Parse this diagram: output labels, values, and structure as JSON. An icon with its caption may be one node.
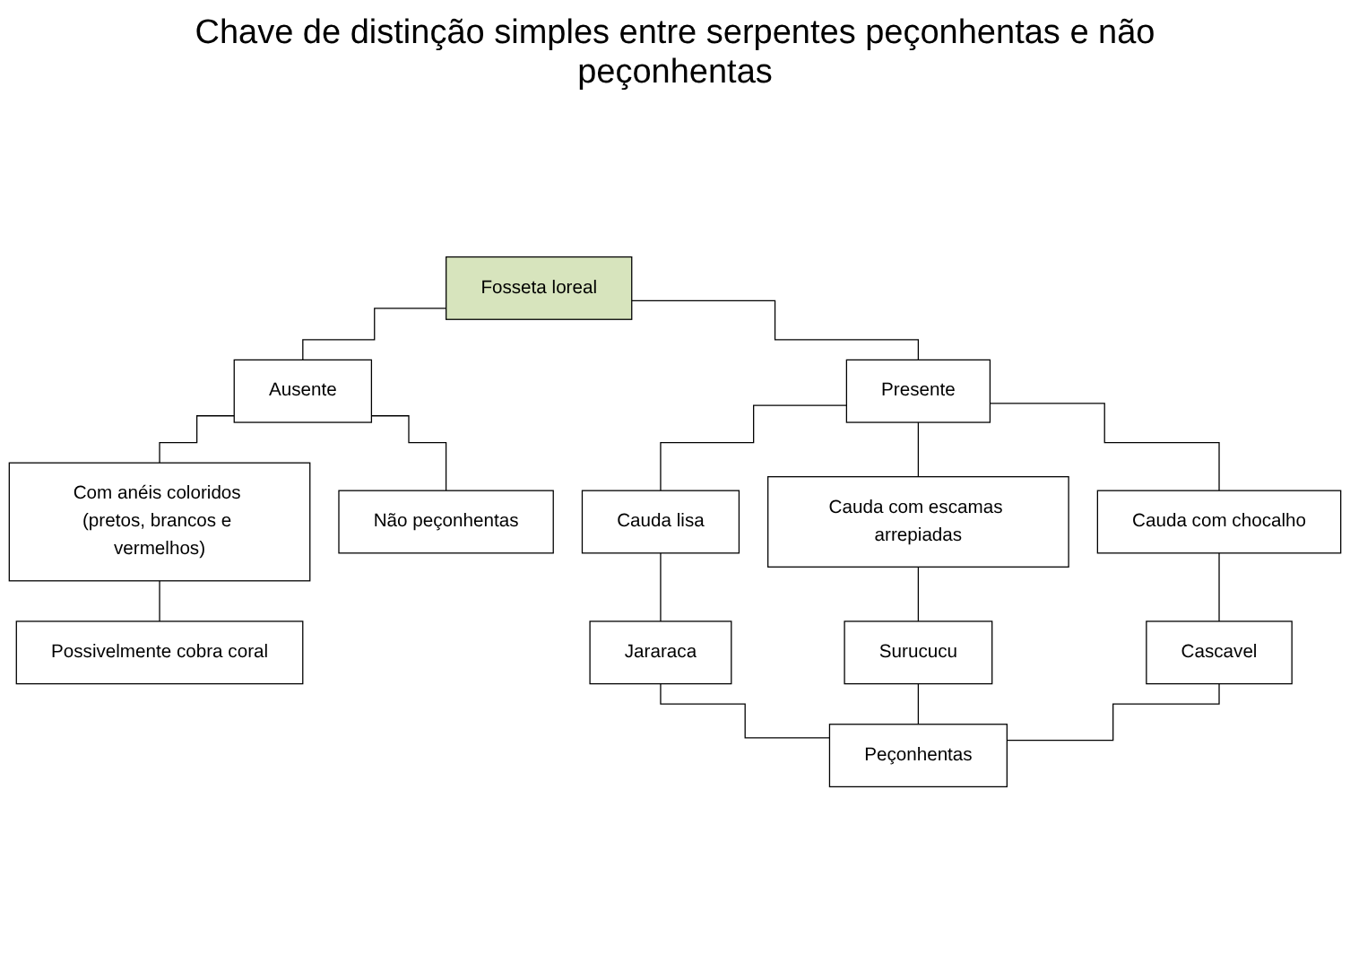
{
  "diagram": {
    "title": "Chave de distinção simples entre serpentes peçonhentas e não peçonhentas",
    "nodes": [
      {
        "text": [
          "Fosseta loreal"
        ]
      },
      {
        "text": [
          "Ausente"
        ]
      },
      {
        "text": [
          "Presente"
        ]
      },
      {
        "text": [
          "Com anéis coloridos (pretos, brancos e vermelhos)"
        ]
      },
      {
        "text": [
          "Possivelmente cobra coral"
        ]
      },
      {
        "text": [
          "Não peçonhentas"
        ]
      },
      {
        "text": [
          "Cauda lisa"
        ]
      },
      {
        "text": [
          "Cauda com escamas arrepiadas"
        ]
      },
      {
        "text": [
          "Cauda com chocalho"
        ]
      },
      {
        "text": [
          "Jararaca"
        ]
      },
      {
        "text": [
          "Surucucu"
        ]
      },
      {
        "text": [
          "Cascavel"
        ]
      },
      {
        "text": [
          "Peçonhentas"
        ]
      }
    ],
    "edges": [
      {
        "from": 0,
        "to": 1,
        "arrow": "none"
      },
      {
        "from": 0,
        "to": 2,
        "arrow": "none"
      },
      {
        "from": 1,
        "to": 5,
        "arrow": "none"
      },
      {
        "from": 1,
        "to": 3,
        "arrow": "none"
      },
      {
        "from": 3,
        "to": 4,
        "arrow": "none"
      },
      {
        "from": 2,
        "to": 6,
        "arrow": "none"
      },
      {
        "from": 2,
        "to": 7,
        "arrow": "none"
      },
      {
        "from": 2,
        "to": 8,
        "arrow": "none"
      },
      {
        "from": 6,
        "to": 9,
        "arrow": "none"
      },
      {
        "from": 7,
        "to": 10,
        "arrow": "none"
      },
      {
        "from": 8,
        "to": 11,
        "arrow": "none"
      },
      {
        "from": 9,
        "to": 12,
        "arrow": "none"
      },
      {
        "from": 10,
        "to": 12,
        "arrow": "none"
      },
      {
        "from": 11,
        "to": 12,
        "arrow": "none"
      }
    ]
  }
}
